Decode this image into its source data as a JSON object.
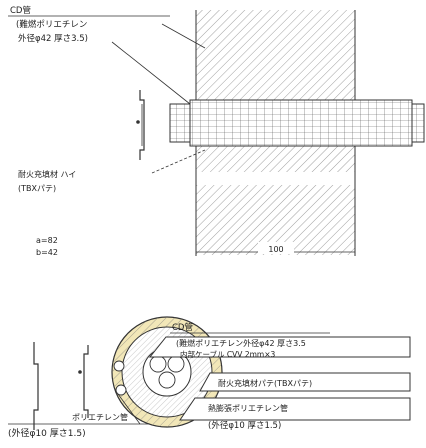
{
  "colors": {
    "line": "#333333",
    "hatch": "#777777",
    "insulation": "#f2e7b8",
    "label_bg": "#ffffff"
  },
  "top": {
    "pipe_label_line1": "CD管",
    "pipe_label_line2": "(難燃ポリエチレン",
    "pipe_label_line3": "外径φ42 厚さ3.5)",
    "filler_label_line1": "耐火充填材 ハイ",
    "filler_label_line2": "(TBXパテ)",
    "dim_a": "a=82",
    "dim_b": "b=42",
    "dim_100": "100"
  },
  "bottom": {
    "pipe_label_line1": "CD管",
    "pipe_label_line2": "(難燃ポリエチレン外径φ42 厚さ3.5",
    "cable_label": "内部ケーブル CVV 2mm×3",
    "filler_label": "耐火充填材パテ(TBXパテ)",
    "right_tube_line1": "熱膨張ポリエチレン管",
    "right_tube_line2": "(外径φ10 厚さ1.5)",
    "left_tube_line1": "ポリエチレン管",
    "left_tube_line2": "(外径φ10 厚さ1.5)"
  }
}
